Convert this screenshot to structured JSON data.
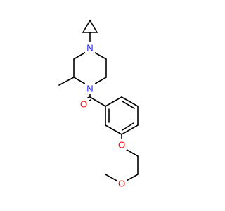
{
  "molecule": {
    "colors": {
      "bond": "#000000",
      "N": "#1a1aff",
      "O": "#ff0d0d"
    },
    "atoms": {
      "N1": "N",
      "N4": "N",
      "O_carbonyl": "O",
      "O_ether": "O",
      "O_methoxy": "O"
    }
  }
}
